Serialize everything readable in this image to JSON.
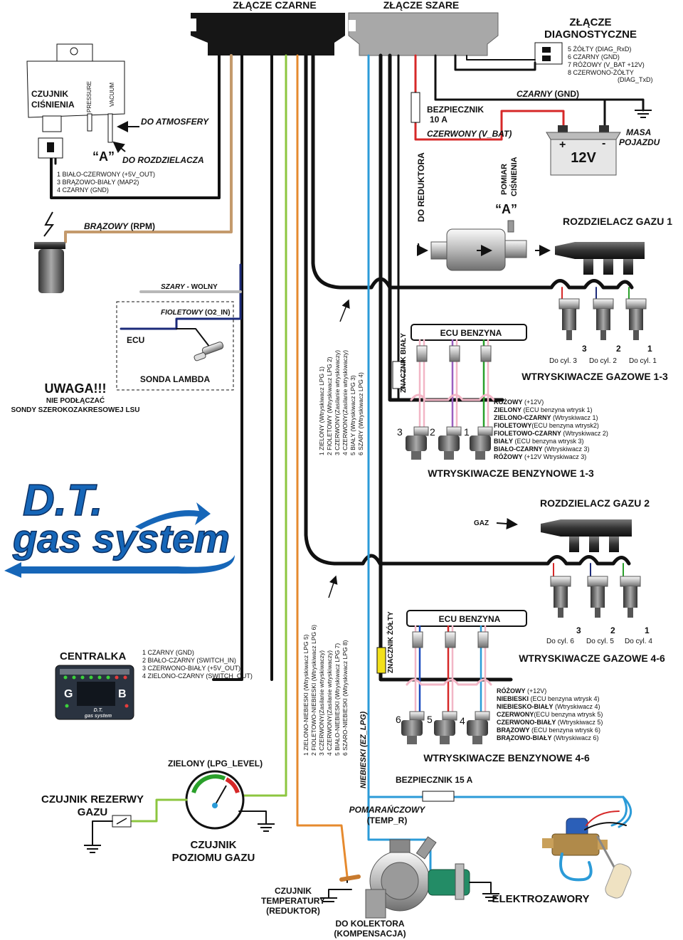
{
  "connectors": {
    "black": "ZŁĄCZE CZARNE",
    "grey": "ZŁĄCZE SZARE",
    "diag_title_1": "ZŁĄCZE",
    "diag_title_2": "DIAGNOSTYCZNE",
    "diag_pins": [
      "5 ŻÓŁTY (DIAG_RxD)",
      "6 CZARNY (GND)",
      "7 RÓŻOWY (V_BAT +12V)",
      "8 CZERWONO-ŻÓŁTY",
      "(DIAG_TxD)"
    ]
  },
  "pressure_sensor": {
    "title_1": "CZUJNIK",
    "title_2": "CIŚNIENIA",
    "pressure": "PRESSURE",
    "vacuum": "VACUUM",
    "to_atmosphere": "DO ATMOSFERY",
    "a_mark": "“A”",
    "to_manifold": "DO ROZDZIELACZA",
    "pins": [
      "1 BIAŁO-CZERWONY  (+5V_OUT)",
      "3 BRĄZOWO-BIAŁY (MAP2)",
      "4 CZARNY (GND)"
    ]
  },
  "rpm": {
    "color": "BRĄZOWY",
    "signal": " (RPM)"
  },
  "grey_free": {
    "color": "SZARY",
    "rest": " - WOLNY"
  },
  "lambda": {
    "color": "FIOLETOWY",
    "signal": " (O2_IN)",
    "ecu": "ECU",
    "title": "SONDA LAMBDA"
  },
  "warning": {
    "title": "UWAGA!!!",
    "line1": "NIE PODŁĄCZAĆ",
    "line2": "SONDY SZEROKOZAKRESOWEJ LSU"
  },
  "logo": {
    "line1": "D.T.",
    "line2": "gas system"
  },
  "fuse10": {
    "title": "BEZPIECZNIK",
    "value": "10 A"
  },
  "power": {
    "red_label": "CZERWONY",
    "red_signal": " (V_BAT)",
    "black_label": "CZARNY",
    "black_signal": " (GND)",
    "battery": "12V",
    "plus": "+",
    "minus": "-",
    "masa_1": "MASA",
    "masa_2": "POJAZDU"
  },
  "reducer": {
    "to_reducer": "DO REDUKTORA",
    "pomiar_1": "POMIAR",
    "pomiar_2": "CIŚNIENIA",
    "a_mark": "“A”"
  },
  "manifold1": {
    "title": "ROZDZIELACZ GAZU 1"
  },
  "gas_inj_1_3": {
    "title": "WTRYSKIWACZE GAZOWE 1-3",
    "cyl_nums": [
      "3",
      "2",
      "1"
    ],
    "cyl_labels": [
      "Do cyl. 3",
      "Do cyl. 2",
      "Do cyl. 1"
    ]
  },
  "petrol_1_3": {
    "ecu": "ECU BENZYNA",
    "marker": "ZNACZNIK BIAŁY",
    "nums": [
      "3",
      "2",
      "1"
    ],
    "title": "WTRYSKIWACZE BENZYNOWE 1-3",
    "legend": [
      {
        "c": "RÓŻOWY",
        "d": " (+12V)"
      },
      {
        "c": "ZIELONY",
        "d": " (ECU benzyna wtrysk 1)"
      },
      {
        "c": "ZIELONO-CZARNY",
        "d": " (Wtryskiwacz 1)"
      },
      {
        "c": "FIOLETOWY",
        "d": "(ECU benzyna wtrysk2)"
      },
      {
        "c": "FIOLETOWO-CZARNY",
        "d": " (Wtryskiwacz 2)"
      },
      {
        "c": "BIAŁY",
        "d": " (ECU benzyna wtrysk 3)"
      },
      {
        "c": "BIAŁO-CZARNY",
        "d": " (Wtryskiwacz 3)"
      },
      {
        "c": "RÓŻOWY",
        "d": " (+12V Wtryskiwacz 3)"
      }
    ]
  },
  "lpg_1_3_lines": [
    "1 ZIELONY (Wtryskiwacz LPG 1)",
    "2 FIOLETOWY (Wtryskiwacz LPG 2)",
    "3 CZERWONY(Zasilanie wtryskiwaczy)",
    "4 CZERWONY(Zasilanie wtryskiwaczy)",
    "5 BIAŁY (Wtryskiwacz LPG 3)",
    "6 SZARY (Wtryskiwacz LPG 4)"
  ],
  "manifold2": {
    "title": "ROZDZIELACZ GAZU 2",
    "gas": "GAZ"
  },
  "gas_inj_4_6": {
    "title": "WTRYSKIWACZE GAZOWE 4-6",
    "cyl_nums": [
      "3",
      "2",
      "1"
    ],
    "cyl_labels": [
      "Do cyl. 6",
      "Do cyl. 5",
      "Do cyl. 4"
    ]
  },
  "petrol_4_6": {
    "ecu": "ECU BENZYNA",
    "marker": "ZNACZNIK ŻÓŁTY",
    "nums": [
      "6",
      "5",
      "4"
    ],
    "title": "WTRYSKIWACZE BENZYNOWE 4-6",
    "legend": [
      {
        "c": "RÓŻOWY",
        "d": " (+12V)"
      },
      {
        "c": "NIEBIESKI",
        "d": " (ECU benzyna wtrysk 4)"
      },
      {
        "c": "NIEBIESKO-BIAŁY",
        "d": " (Wtryskiwacz 4)"
      },
      {
        "c": "CZERWONY",
        "d": "(ECU benzyna wtrysk 5)"
      },
      {
        "c": "CZERWONO-BIAŁY",
        "d": " (Wtryskiwacz 5)"
      },
      {
        "c": "BRĄZOWY",
        "d": " (ECU benzyna wtrysk 6)"
      },
      {
        "c": "BRĄZOWO-BIAŁY",
        "d": " (Wtryskiwacz 6)"
      }
    ]
  },
  "lpg_4_6_lines": [
    "1 ZIELONO-NIEBIESKI (Wtryskiwacz LPG 5)",
    "2 FIOLETOWO-NIEBIESKI (Wtryskiwacz LPG 6)",
    "3 CZERWONY(Zasilanie wtryskiwaczy)",
    "4 CZERWONY(Zasilanie wtryskiwaczy)",
    "5 BIAŁO-NIEBIESKI (Wtryskiwacz LPG 7)",
    "6 SZARO-NIEBIESKI (Wtryskiwacz LPG 8)"
  ],
  "ez_lpg": {
    "color": "NIEBIESKI",
    "signal": "  (EZ_LPG)"
  },
  "central": {
    "title": "CENTRALKA",
    "g": "G",
    "b": "B",
    "pins": [
      "1 CZARNY (GND)",
      "2 BIAŁO-CZARNY (SWITCH_IN)",
      "3 CZERWONO-BIAŁY (+5V_OUT)",
      "4 ZIELONO-CZARNY (SWITCH_OUT)"
    ]
  },
  "level": {
    "green": "ZIELONY (LPG_LEVEL)",
    "reserve_1": "CZUJNIK REZERWY",
    "reserve_2": "GAZU",
    "title_1": "CZUJNIK",
    "title_2": "POZIOMU GAZU"
  },
  "fuse15": "BEZPIECZNIK 15 A",
  "temp": {
    "color": "POMARAŃCZOWY",
    "signal": "(TEMP_R)"
  },
  "bottom": {
    "temp_1": "CZUJNIK",
    "temp_2": "TEMPERATURY",
    "temp_3": "(REDUKTOR)",
    "collector_1": "DO KOLEKTORA",
    "collector_2": "(KOMPENSACJA)",
    "valves": "ELEKTROZAWORY"
  },
  "colors": {
    "black": "#111111",
    "brown": "#c49a6c",
    "orange": "#e68a2e",
    "green": "#8cc63f",
    "blue": "#2b9bd8",
    "red": "#d62828",
    "navy": "#1b2a7a",
    "logo_blue": "#1666b8",
    "grey": "#b8b8b8"
  }
}
